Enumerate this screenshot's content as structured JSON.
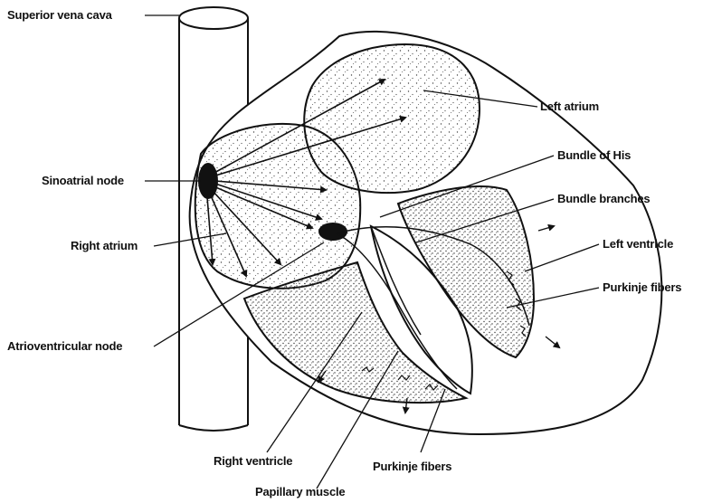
{
  "labels": {
    "superior_vena_cava": "Superior vena cava",
    "left_atrium": "Left atrium",
    "sinoatrial_node": "Sinoatrial node",
    "bundle_of_his": "Bundle of His",
    "bundle_branches": "Bundle branches",
    "right_atrium": "Right atrium",
    "left_ventricle": "Left ventricle",
    "purkinje_fibers_right": "Purkinje fibers",
    "atrioventricular_node": "Atrioventricular node",
    "right_ventricle": "Right ventricle",
    "purkinje_fibers_bottom": "Purkinje fibers",
    "papillary_muscle": "Papillary muscle"
  },
  "colors": {
    "ink": "#111111",
    "stipple": "#444444",
    "background": "#ffffff"
  }
}
